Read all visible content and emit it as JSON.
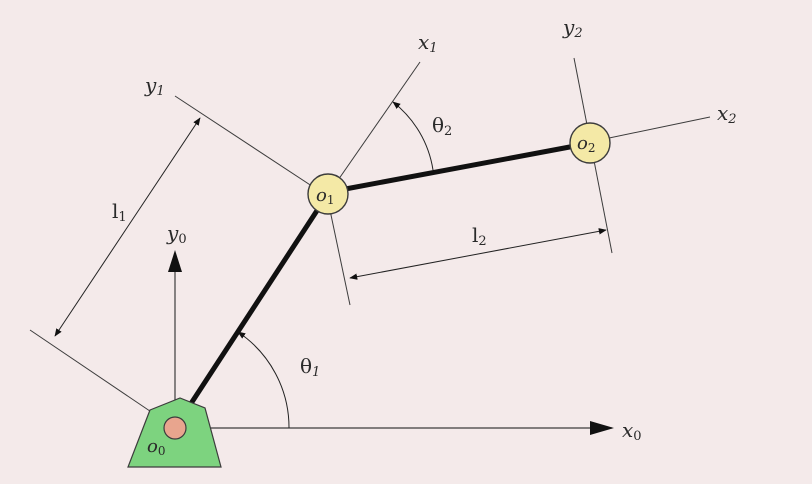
{
  "labels": {
    "x0": "x",
    "x0_sub": "0",
    "y0": "y",
    "y0_sub": "0",
    "x1": "x",
    "x1_sub": "1",
    "y1": "y",
    "y1_sub": "1",
    "x2": "x",
    "x2_sub": "2",
    "y2": "y",
    "y2_sub": "2",
    "o0": "o",
    "o0_sub": "0",
    "o1": "o",
    "o1_sub": "1",
    "o2": "o",
    "o2_sub": "2",
    "theta1": "θ",
    "theta1_sub": "1",
    "theta2": "θ",
    "theta2_sub": "2",
    "l1": "l",
    "l1_sub": "1",
    "l2": "l",
    "l2_sub": "2"
  },
  "colors": {
    "background": "#f4eaea",
    "base": "#7dd37f",
    "joint": "#f4e9a6",
    "base_joint": "#e8a58e",
    "link": "#111111",
    "line": "#3c3c3c"
  }
}
